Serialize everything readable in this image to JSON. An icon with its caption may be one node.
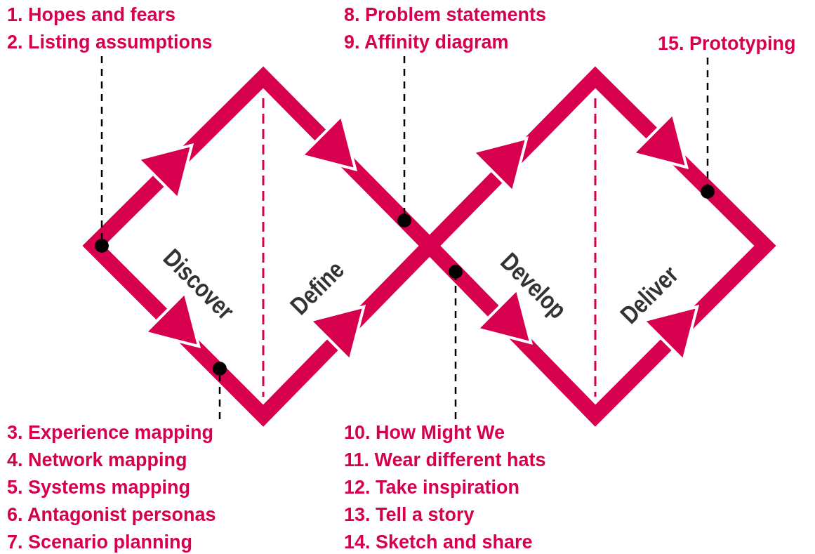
{
  "diagram": {
    "nodes": [
      {
        "text": [
          "1. Hopes and fears",
          "2. Listing assumptions"
        ]
      },
      {
        "text": [],
        "shape": "circle"
      },
      {
        "text": [
          "3. Experience mapping",
          "4. Network mapping",
          "5. Systems mapping",
          "6. Antagonist personas",
          "7. Scenario planning"
        ]
      },
      {
        "text": [],
        "shape": "circle"
      },
      {
        "text": [
          "8. Problem statements",
          "9. Affinity diagram"
        ]
      },
      {
        "text": [],
        "shape": "circle"
      },
      {
        "text": [
          "10. How Might We",
          "11. Wear different hats",
          "12. Take inspiration",
          "13. Tell a story",
          "14. Sketch and share"
        ]
      },
      {
        "text": [],
        "shape": "circle"
      },
      {
        "text": [
          "15. Prototyping"
        ]
      },
      {
        "text": [],
        "shape": "circle"
      }
    ],
    "edges": [
      {
        "from": 0,
        "to": 1,
        "arrow": "none",
        "style": "dashed"
      },
      {
        "from": 2,
        "to": 3,
        "arrow": "none",
        "style": "dashed"
      },
      {
        "from": 4,
        "to": 5,
        "arrow": "none",
        "style": "dashed"
      },
      {
        "from": 6,
        "to": 7,
        "arrow": "none",
        "style": "dashed"
      },
      {
        "from": 8,
        "to": 9,
        "arrow": "none",
        "style": "dashed"
      }
    ],
    "labels": [
      "Discover",
      "Define",
      "Develop",
      "Deliver"
    ]
  }
}
